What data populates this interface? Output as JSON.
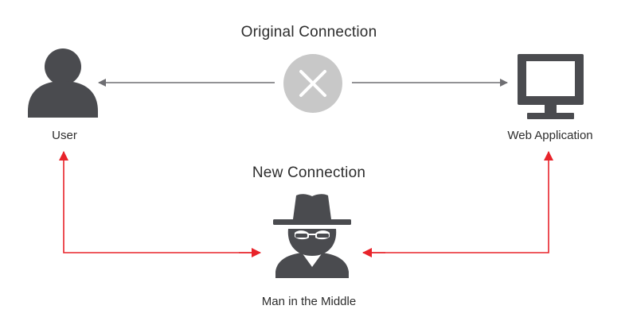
{
  "diagram": {
    "original_connection_label": "Original Connection",
    "new_connection_label": "New Connection",
    "nodes": {
      "user": {
        "label": "User",
        "icon": "user-icon"
      },
      "web_application": {
        "label": "Web Application",
        "icon": "monitor-icon"
      },
      "attacker": {
        "label": "Man in the Middle",
        "icon": "spy-icon"
      }
    },
    "blocked_icon": "blocked-x-icon",
    "colors": {
      "icon": "#4a4b4f",
      "original_arrow": "#6e6e72",
      "blocked_circle": "#c8c8c8",
      "new_connection_arrow": "#e8232a",
      "text": "#2d2d2d"
    }
  }
}
